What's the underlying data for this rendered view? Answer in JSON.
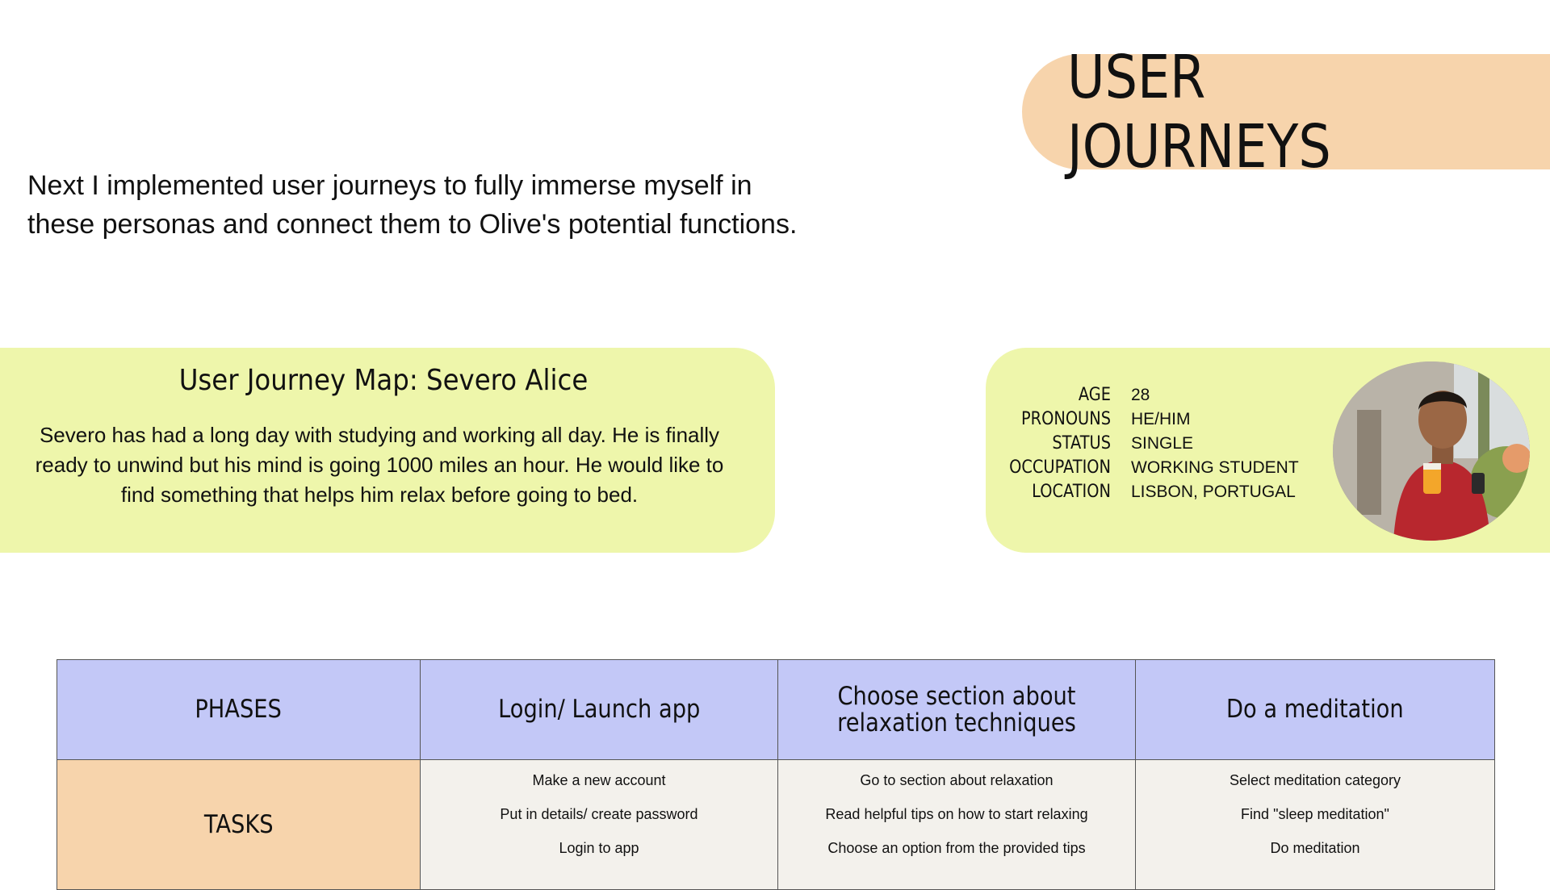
{
  "header": {
    "title": "USER JOURNEYS"
  },
  "intro": {
    "line1": "Next I implemented user journeys to fully immerse myself in",
    "line2": "these personas and connect them to Olive's potential functions."
  },
  "journey_map": {
    "title": "User Journey Map: Severo Alice",
    "description": "Severo has had a long day with studying and working all day. He is finally ready to unwind but his mind is going 1000 miles an hour. He would like to find something that helps him relax before going to bed."
  },
  "persona": {
    "fields": [
      {
        "label": "AGE",
        "value": "28"
      },
      {
        "label": "PRONOUNS",
        "value": "HE/HIM"
      },
      {
        "label": "STATUS",
        "value": "SINGLE"
      },
      {
        "label": "OCCUPATION",
        "value": "WORKING STUDENT"
      },
      {
        "label": "LOCATION",
        "value": "LISBON, PORTUGAL"
      }
    ]
  },
  "table": {
    "phases_label": "PHASES",
    "tasks_label": "TASKS",
    "columns": [
      {
        "phase": "Login/ Launch app",
        "tasks": [
          "Make a new account",
          "Put in details/ create password",
          "Login to app"
        ]
      },
      {
        "phase": "Choose section about relaxation techniques",
        "tasks": [
          "Go to section about relaxation",
          "Read helpful tips on how to start relaxing",
          "Choose an option from the provided tips"
        ]
      },
      {
        "phase": "Do a meditation",
        "tasks": [
          "Select meditation category",
          "Find \"sleep meditation\"",
          "Do meditation"
        ]
      }
    ]
  },
  "colors": {
    "peach": "#f7d4ac",
    "lime": "#eef6ab",
    "lavender": "#c3c8f7",
    "cell": "#f3f1ec"
  }
}
